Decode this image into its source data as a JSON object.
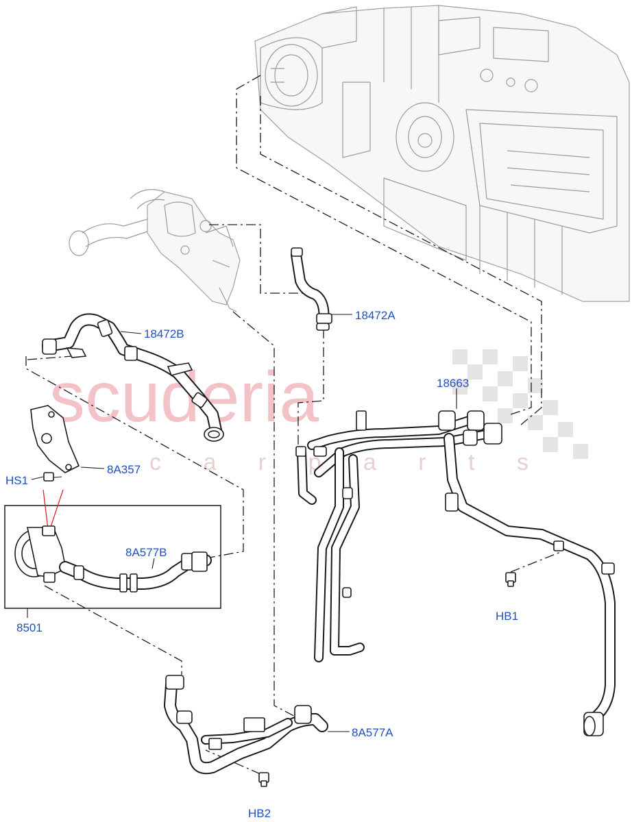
{
  "watermark": {
    "main": "scuderia",
    "sub": "c a r   p a r t s"
  },
  "callouts": {
    "p18472B": "18472B",
    "p18472A": "18472A",
    "p18663": "18663",
    "p8A357": "8A357",
    "pHS1": "HS1",
    "p8A577B": "8A577B",
    "p8501": "8501",
    "pHB1": "HB1",
    "p8A577A": "8A577A",
    "pHB2": "HB2"
  },
  "colors": {
    "callout_text": "#1f4fbf",
    "line_art": "#1a1a1a",
    "ghost_art": "#9a9a9a",
    "watermark_red": "#f2b8bd",
    "watermark_check": "#e4e4e4",
    "highlight_leader": "#d9252f"
  }
}
